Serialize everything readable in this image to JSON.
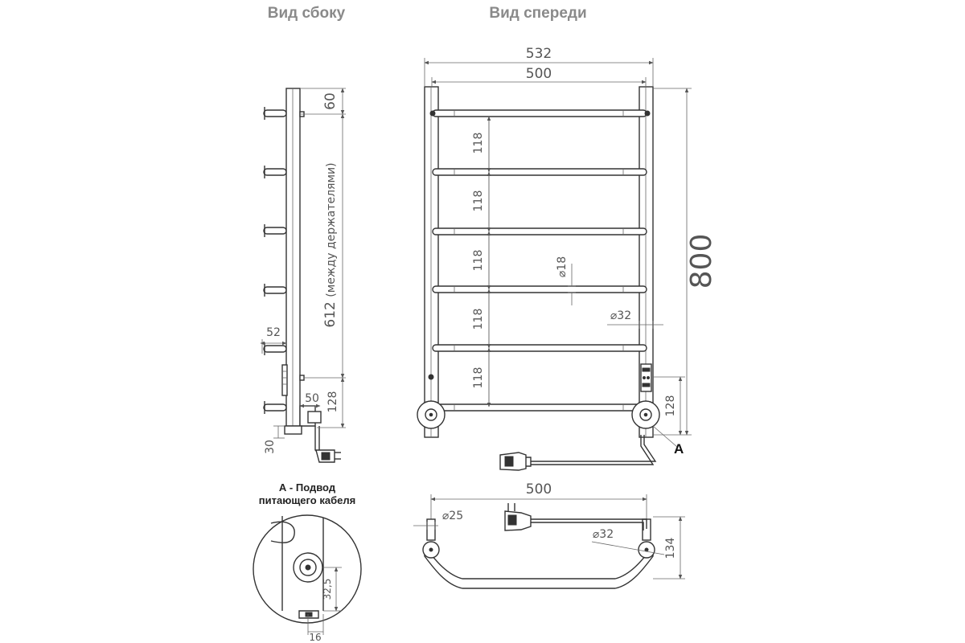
{
  "headings": {
    "side": "Вид сбоку",
    "front": "Вид спереди"
  },
  "side_view": {
    "dim_top": "60",
    "dim_between_holders": "612",
    "dim_between_holders_note": "(между держателями)",
    "dim_offset": "52",
    "dim_connector": "50",
    "dim_bottom": "128",
    "dim_foot": "30"
  },
  "front_view": {
    "width_outer": "532",
    "width_inner": "500",
    "height": "800",
    "rung_spacing": [
      "118",
      "118",
      "118",
      "118",
      "118"
    ],
    "rung_diameter": "⌀18",
    "post_diameter": "⌀32",
    "bottom_offset": "128",
    "callout": "A"
  },
  "bottom_view": {
    "width": "500",
    "inlet_diameter": "⌀25",
    "post_diameter": "⌀32",
    "depth": "134"
  },
  "detail": {
    "title_line1": "А - Подвод",
    "title_line2": "питающего кабеля",
    "dim_height": "32,5",
    "dim_width": "16"
  }
}
